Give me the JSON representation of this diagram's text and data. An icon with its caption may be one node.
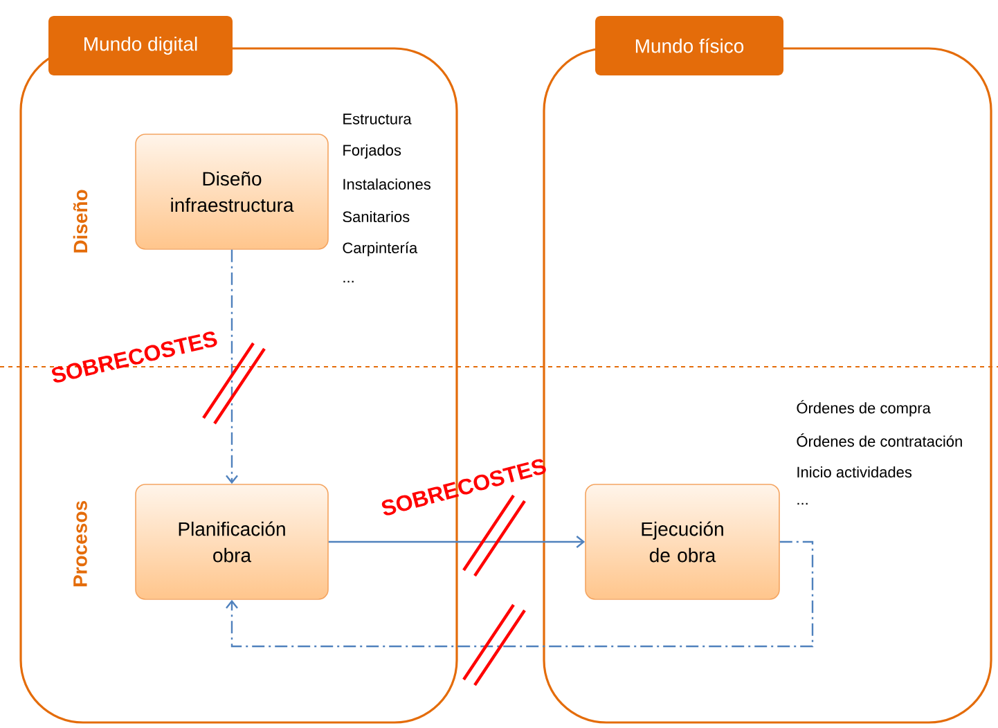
{
  "diagram": {
    "nodes": [
      {
        "text": [
          "Mundo digital"
        ]
      },
      {
        "text": [
          "Mundo físico"
        ]
      },
      {
        "text": [
          "Diseño infraestructura"
        ],
        "in": 0,
        "beside": [
          "Estructura",
          "Forjados",
          "Instalaciones",
          "Sanitarios",
          "Carpintería",
          "..."
        ]
      },
      {
        "text": [
          "Planificación obra"
        ],
        "in": 0
      },
      {
        "text": [
          "Ejecución de obra"
        ],
        "in": 1,
        "beside": [
          "Órdenes de compra",
          "Órdenes de contratación",
          "Inicio actividades",
          "..."
        ]
      }
    ],
    "edges": [
      {
        "from": 2,
        "to": 3,
        "arrow": "to",
        "style": "dashed"
      },
      {
        "from": 3,
        "to": 4,
        "arrow": "to"
      },
      {
        "from": 4,
        "to": 3,
        "arrow": "to",
        "style": "dashed"
      }
    ],
    "labels": [
      "Diseño",
      "SOBRECOSTES",
      "Procesos",
      "SOBRECOSTES"
    ]
  }
}
